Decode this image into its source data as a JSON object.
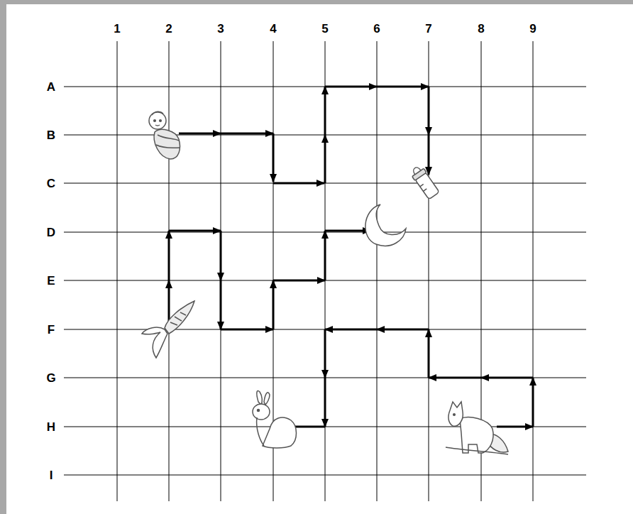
{
  "diagram": {
    "labels": [
      "1",
      "2",
      "3",
      "4",
      "5",
      "6",
      "7",
      "8",
      "9",
      "A",
      "B",
      "C",
      "D",
      "E",
      "F",
      "G",
      "H",
      "I"
    ]
  }
}
